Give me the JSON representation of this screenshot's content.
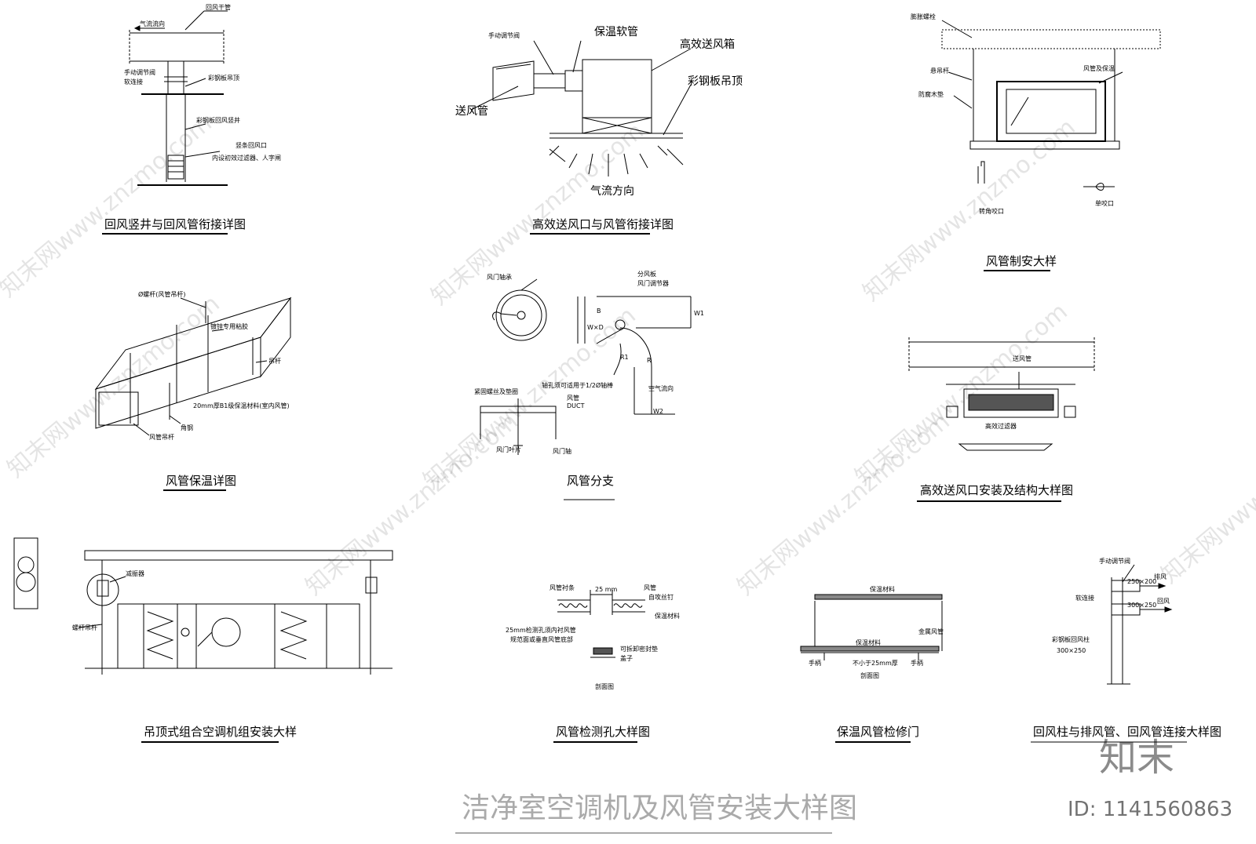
{
  "sheet_title": "洁净室空调机及风管安装大样图",
  "watermark": {
    "text": "知末网www.znzmo.com",
    "brand": "知末",
    "id": "ID: 1141560863"
  },
  "details": [
    {
      "key": "return-shaft",
      "title": "回风竖井与回风管衔接详图",
      "labels": {
        "main_duct": "回风干管",
        "airflow": "气流流向",
        "manual_damper": "手动调节阀",
        "flex": "软连接",
        "ceiling": "彩钢板吊顶",
        "riser": "彩钢板回风竖井",
        "grille": "竖条回风口",
        "grille_note": "内设初效过滤器、人字闸"
      }
    },
    {
      "key": "hepa-outlet",
      "title": "高效送风口与风管衔接详图",
      "labels": {
        "manual_damper": "手动调节阀",
        "flex": "保温软管",
        "hepa_box": "高效送风箱",
        "supply": "送风管",
        "ceiling": "彩钢板吊顶",
        "airflow": "气流方向"
      }
    },
    {
      "key": "duct-fab",
      "title": "风管制安大样",
      "labels": {
        "bolt": "膨胀螺栓",
        "hanger": "悬吊杆",
        "pad": "防腐木垫",
        "insul": "风管及保温",
        "seam1": "转角咬口",
        "seam2": "单咬口"
      }
    },
    {
      "key": "duct-insulation",
      "title": "风管保温详图",
      "labels": {
        "rod": "Ø螺杆(风管吊杆)",
        "glue": "镀锌专用粘胶",
        "rod2": "吊杆",
        "insul": "20mm厚B1级保温材料(室内风管)",
        "angle": "角钢",
        "hanger": "风管吊杆"
      }
    },
    {
      "key": "duct-branch",
      "title": "风管分支",
      "labels": {
        "handle": "风门轴承",
        "branch": "分风板",
        "regulator": "风门调节器",
        "airflow": "空气流向",
        "bolt": "紧固螺丝及垫圈",
        "hole": "轴孔须可适用于1/2Ø轴棒",
        "duct": "风管",
        "duct_en": "DUCT",
        "blade": "风门叶片",
        "shaft": "风门轴",
        "dim_b": "B",
        "dim_w1": "W1",
        "dim_w2": "W2",
        "dim_r1": "R1",
        "dim_r": "R",
        "dim_wd": "W×D"
      }
    },
    {
      "key": "hepa-install",
      "title": "高效送风口安装及结构大样图",
      "labels": {
        "duct": "送风管",
        "filter": "高效过滤器"
      }
    },
    {
      "key": "ahu",
      "title": "吊顶式组合空调机组安装大样",
      "labels": {
        "damper": "减振器",
        "rod": "螺杆吊杆"
      }
    },
    {
      "key": "test-hole",
      "title": "风管检测孔大样图",
      "labels": {
        "dim": "25 mm",
        "note": "25mm检测孔须内衬风管",
        "note2": "规范面或垂直风管底部",
        "seal": "风管衬条",
        "duct": "风管",
        "screw": "自攻丝钉",
        "insul": "保温材料",
        "seal2": "可拆卸密封垫",
        "cap": "盖子",
        "section": "剖面图"
      }
    },
    {
      "key": "access-door",
      "title": "保温风管检修门",
      "labels": {
        "insul": "保温材料",
        "metal": "金属风管",
        "insul2": "保温材料",
        "handle": "手柄",
        "thk": "不小于25mm厚",
        "section": "剖面图"
      }
    },
    {
      "key": "return-column",
      "title": "回风柱与排风管、回风管连接大样图",
      "labels": {
        "damper": "手动调节阀",
        "exhaust": "排风",
        "return": "回风",
        "flex": "软连接",
        "column": "彩钢板回风柱",
        "size": "300×250",
        "dim1": "250×200",
        "dim2": "300×250"
      }
    }
  ]
}
